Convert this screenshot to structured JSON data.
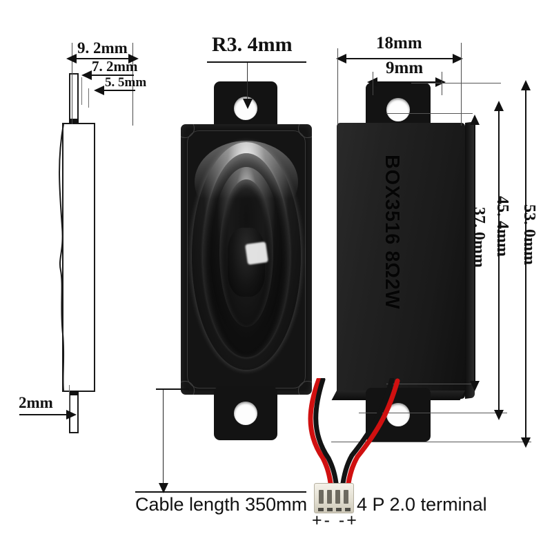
{
  "diagram": {
    "title": "BOX3516 speaker dimensional drawing",
    "background_color": "#ffffff",
    "body_color": "#131313"
  },
  "dimensions": {
    "side_view": [
      {
        "id": "d-9-2",
        "label": "9. 2mm"
      },
      {
        "id": "d-7-2",
        "label": "7. 2mm"
      },
      {
        "id": "d-5-5",
        "label": "5. 5mm"
      },
      {
        "id": "d-2",
        "label": "2mm"
      }
    ],
    "front_view": [
      {
        "id": "d-r34",
        "label": "R3. 4mm"
      }
    ],
    "back_view": [
      {
        "id": "d-18",
        "label": "18mm"
      },
      {
        "id": "d-9",
        "label": "9mm"
      },
      {
        "id": "d-53",
        "label": "53. 0mm"
      },
      {
        "id": "d-45-4",
        "label": "45. 4mm"
      },
      {
        "id": "d-37",
        "label": "37. 0mm"
      }
    ]
  },
  "product": {
    "marking": "BOX3516 8Ω2W"
  },
  "annotations": {
    "cable_length": "Cable length 350mm",
    "terminal": "4 P 2.0 terminal",
    "polarity": "+-  -+"
  }
}
